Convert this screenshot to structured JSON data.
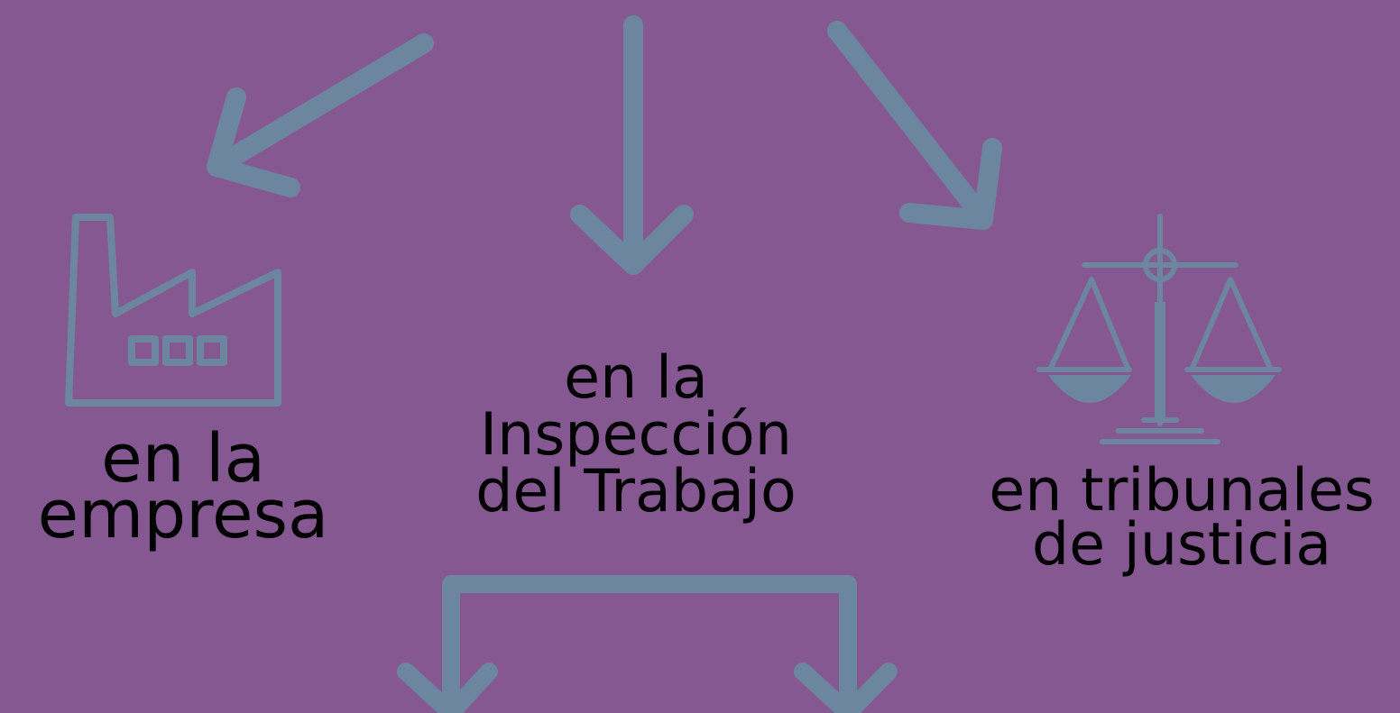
{
  "colors": {
    "background": "#855892",
    "arrow": "#6d86a0",
    "text": "#000000"
  },
  "nodes": {
    "empresa": {
      "icon": "factory-icon",
      "line1": "en la",
      "line2": "empresa"
    },
    "inspeccion": {
      "icon": "none",
      "line1": "en la",
      "line2": "Inspección",
      "line3": "del Trabajo"
    },
    "tribunales": {
      "icon": "scales-of-justice-icon",
      "line1": "en tribunales",
      "line2": "de justicia"
    }
  },
  "connectors": [
    {
      "from": "top",
      "to": "empresa",
      "style": "arrow"
    },
    {
      "from": "top",
      "to": "inspeccion",
      "style": "arrow"
    },
    {
      "from": "top",
      "to": "tribunales",
      "style": "arrow"
    },
    {
      "from": "inspeccion",
      "to": "branch-left",
      "style": "bracket-arrow"
    },
    {
      "from": "inspeccion",
      "to": "branch-right",
      "style": "bracket-arrow"
    }
  ]
}
